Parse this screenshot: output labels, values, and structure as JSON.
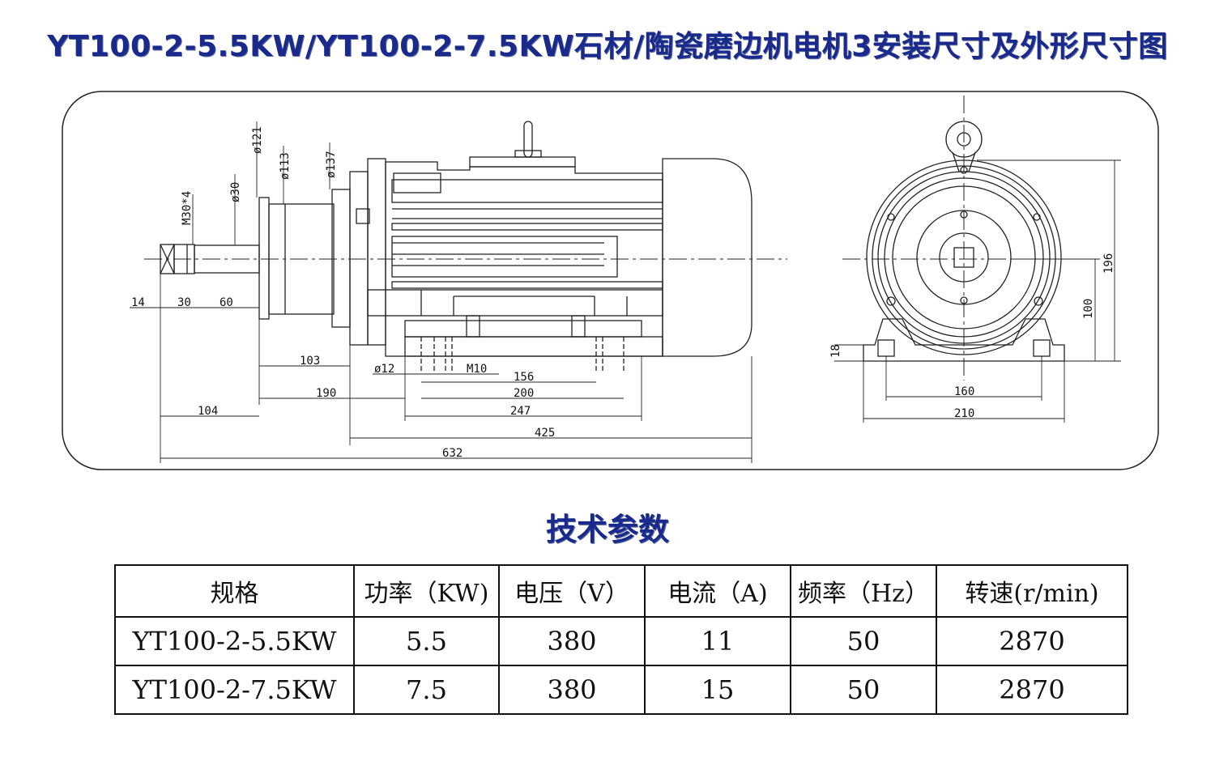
{
  "title": "YT100-2-5.5KW/YT100-2-7.5KW石材/陶瓷磨边机电机3安装尺寸及外形尺寸图",
  "drawing": {
    "side_view": {
      "thread_label": "M30*4",
      "dia_shaft": "ø30",
      "dia_121": "ø121",
      "dia_113": "ø113",
      "dia_137": "ø137",
      "dim_14": "14",
      "dim_30": "30",
      "dim_60": "60",
      "dim_103": "103",
      "dim_190": "190",
      "dim_104": "104",
      "dia_12": "ø12",
      "thread_m10": "M10",
      "dim_156": "156",
      "dim_200": "200",
      "dim_247": "247",
      "dim_425": "425",
      "dim_632": "632"
    },
    "end_view": {
      "dim_196": "196",
      "dim_100": "100",
      "dim_18": "18",
      "dim_160": "160",
      "dim_210": "210"
    }
  },
  "spec_section": {
    "title": "技术参数",
    "headers": [
      "规格",
      "功率（KW)",
      "电压（V）",
      "电流（A)",
      "频率（Hz）",
      "转速(r/min)"
    ],
    "rows": [
      [
        "YT100-2-5.5KW",
        "5.5",
        "380",
        "11",
        "50",
        "2870"
      ],
      [
        "YT100-2-7.5KW",
        "7.5",
        "380",
        "15",
        "50",
        "2870"
      ]
    ]
  }
}
